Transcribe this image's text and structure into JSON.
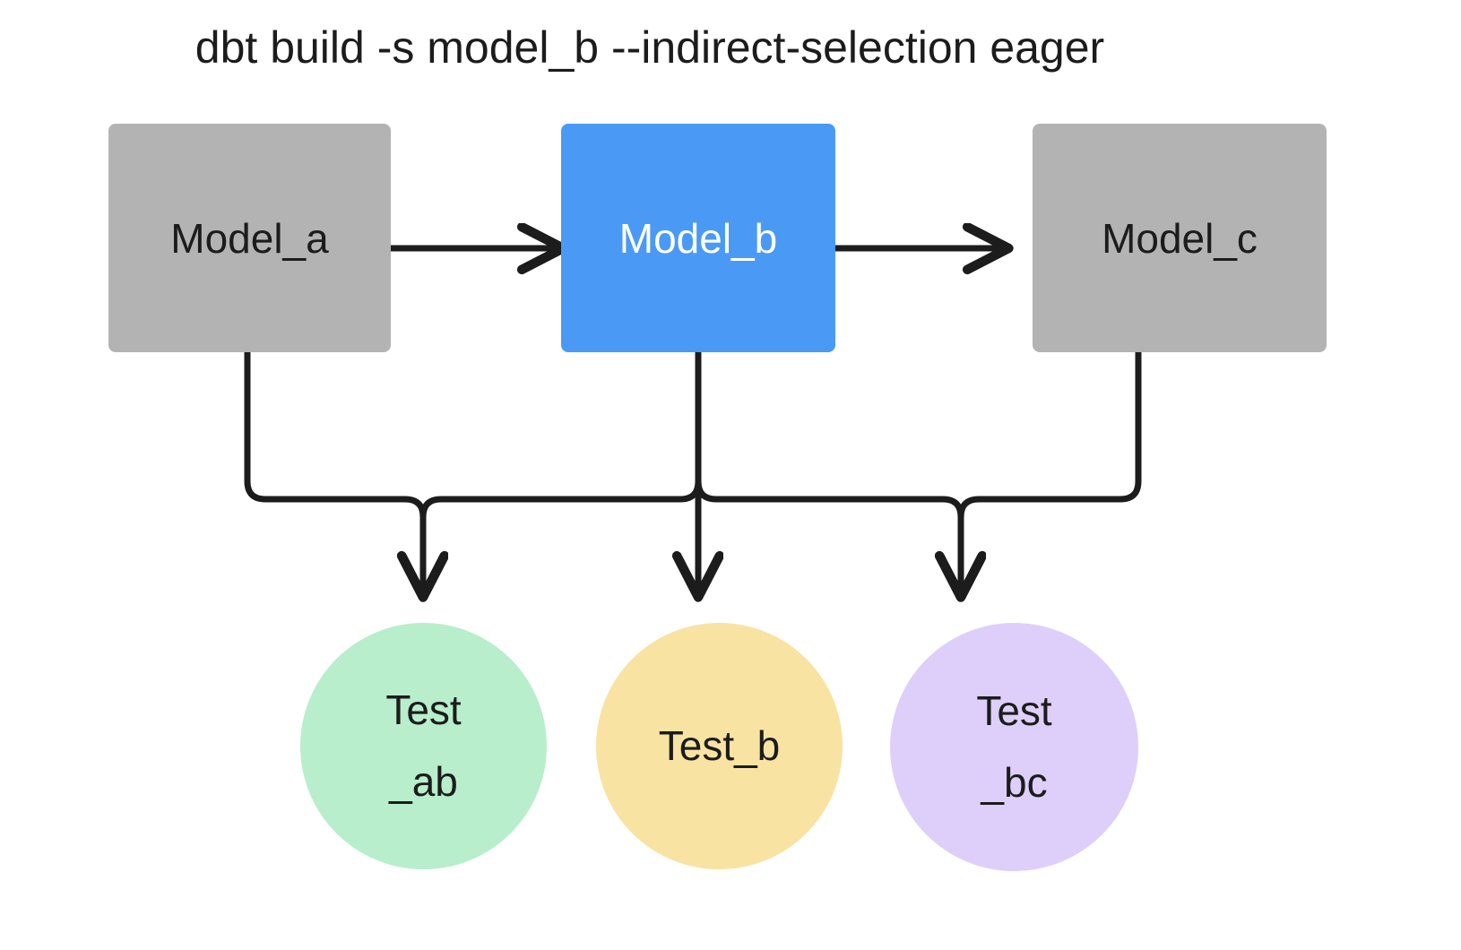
{
  "title": "dbt build -s model_b --indirect-selection eager",
  "colors": {
    "background": "#ffffff",
    "model_default": "#b3b3b3",
    "model_selected": "#4a9af5",
    "test_ab": "#b8eecb",
    "test_b": "#f8e3a3",
    "test_bc": "#decffa",
    "edge": "#1c1c1c",
    "text_dark": "#1c1c1c",
    "text_light": "#ffffff"
  },
  "models": [
    {
      "id": "model_a",
      "label": "Model_a",
      "selected": false,
      "fill": "#b3b3b3",
      "text_color": "#1c1c1c"
    },
    {
      "id": "model_b",
      "label": "Model_b",
      "selected": true,
      "fill": "#4a9af5",
      "text_color": "#ffffff"
    },
    {
      "id": "model_c",
      "label": "Model_c",
      "selected": false,
      "fill": "#b3b3b3",
      "text_color": "#1c1c1c"
    }
  ],
  "tests": [
    {
      "id": "test_ab",
      "label": "Test_ab",
      "line1": "Test",
      "line2": "_ab",
      "fill": "#b8eecb"
    },
    {
      "id": "test_b",
      "label": "Test_b",
      "line1": "Test_b",
      "line2": "",
      "fill": "#f8e3a3"
    },
    {
      "id": "test_bc",
      "label": "Test_bc",
      "line1": "Test",
      "line2": "_bc",
      "fill": "#decffa"
    }
  ],
  "edges": [
    {
      "from": "model_a",
      "to": "model_b",
      "kind": "arrow-right"
    },
    {
      "from": "model_b",
      "to": "model_c",
      "kind": "arrow-right"
    },
    {
      "from": "model_a",
      "to": "test_ab",
      "kind": "elbow-down"
    },
    {
      "from": "model_b",
      "to": "test_ab",
      "kind": "elbow-down"
    },
    {
      "from": "model_b",
      "to": "test_b",
      "kind": "straight-down"
    },
    {
      "from": "model_b",
      "to": "test_bc",
      "kind": "elbow-down"
    },
    {
      "from": "model_c",
      "to": "test_bc",
      "kind": "elbow-down"
    }
  ]
}
